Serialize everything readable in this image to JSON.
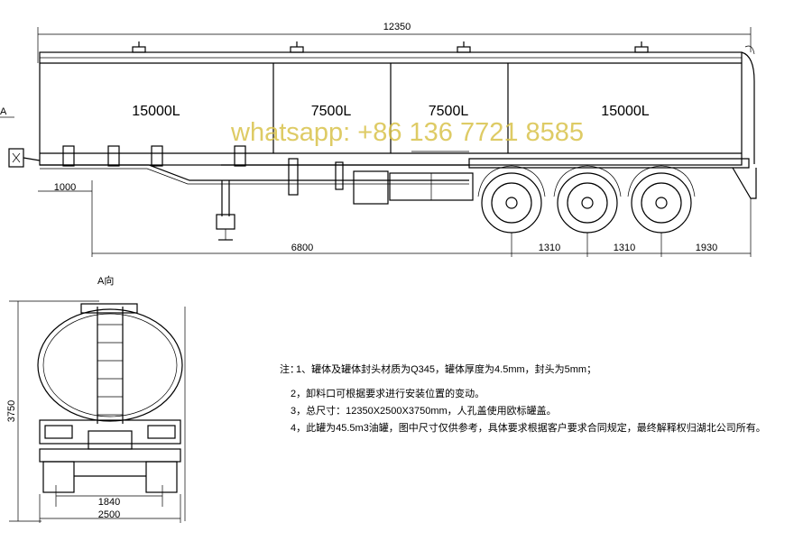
{
  "side_view": {
    "overall_length": "12350",
    "compartments": [
      "15000L",
      "7500L",
      "7500L",
      "15000L"
    ],
    "dim_front_overhang": "1000",
    "dim_kingpin_to_axle": "6800",
    "dim_axle_spacing_1": "1310",
    "dim_axle_spacing_2": "1310",
    "dim_rear_overhang": "1930",
    "view_marker": "A"
  },
  "end_view": {
    "title": "A向",
    "height": "3750",
    "track_inner": "1840",
    "overall_width": "2500"
  },
  "notes": {
    "prefix": "注：",
    "items": [
      "1、罐体及罐体封头材质为Q345，罐体厚度为4.5mm，封头为5mm；",
      "2，卸料口可根据要求进行安装位置的变动。",
      "3，总尺寸：12350X2500X3750mm，人孔盖使用欧标罐盖。",
      "4，此罐为45.5m3油罐，图中尺寸仅供参考，具体要求根据客户要求合同规定，最终解释权归湖北公司所有。"
    ]
  },
  "watermark": "whatsapp: +86 136 7721 8585",
  "colors": {
    "line": "#000000",
    "watermark": "#d8c24a",
    "background": "#ffffff"
  }
}
